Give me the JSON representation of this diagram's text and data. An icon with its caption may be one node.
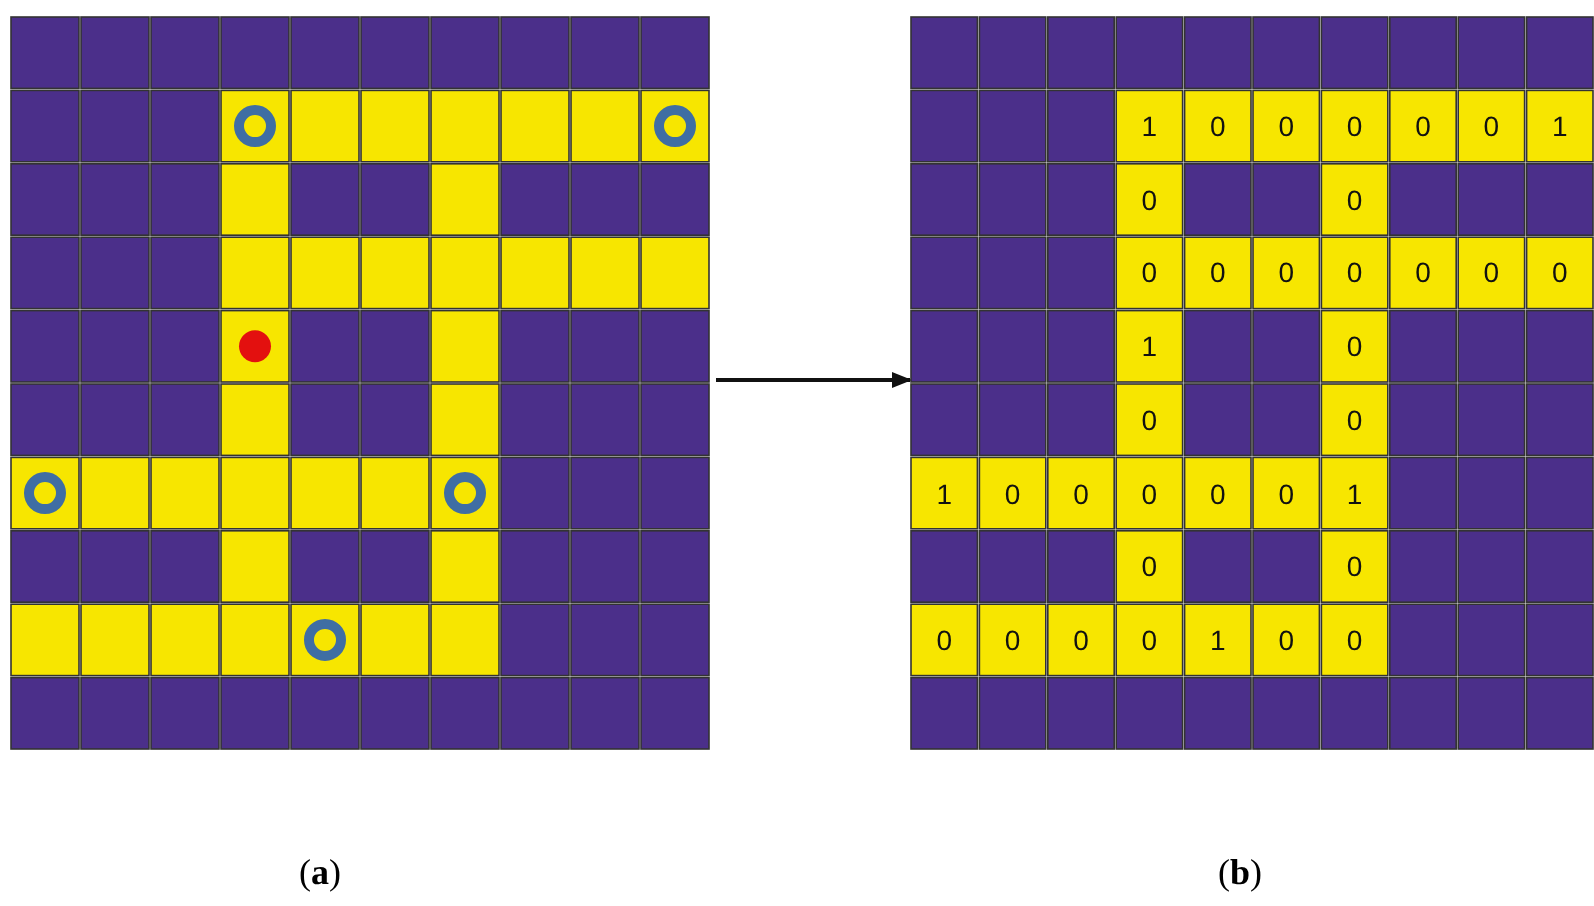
{
  "diagram": {
    "nodes": [
      {
        "text": [],
        "shape": "picture",
        "beside": [
          "(**a**)"
        ]
      },
      {
        "text": [
          "1",
          "0",
          "0",
          "0",
          "0",
          "0",
          "1",
          "0",
          "0",
          "0",
          "0",
          "0",
          "0",
          "0",
          "0",
          "0",
          "1",
          "0",
          "0",
          "0",
          "1",
          "0",
          "0",
          "0",
          "0",
          "0",
          "1",
          "0",
          "0",
          "0",
          "0",
          "0",
          "0",
          "1",
          "0",
          "0"
        ],
        "beside": [
          "(**b**)"
        ]
      }
    ],
    "edges": [
      {
        "from": 0,
        "to": 1,
        "arrow": "to"
      }
    ]
  }
}
